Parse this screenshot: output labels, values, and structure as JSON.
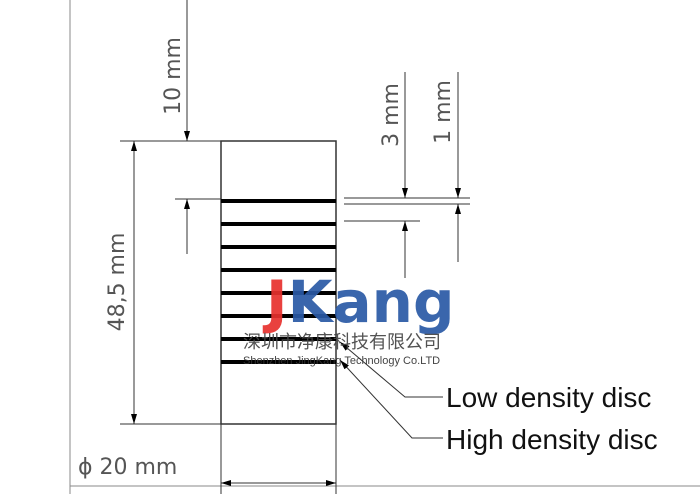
{
  "dimensions": {
    "top_gap": "10 mm",
    "length": "48,5 mm",
    "diameter": "ϕ 20 mm",
    "disc_pitch": "3 mm",
    "disc_thickness": "1 mm"
  },
  "callouts": {
    "low": "Low density disc",
    "high": "High density disc"
  },
  "watermark": {
    "logo_j": "J",
    "logo_rest": "Kang",
    "chinese": "深圳市净康科技有限公司",
    "english": "Shenzhen JingKang Technology Co.LTD",
    "colors": {
      "j": "#e8312e",
      "rest": "#2a5aa6"
    }
  },
  "colors": {
    "line": "#333333",
    "disc": "#000000",
    "dim_text": "#555555"
  }
}
